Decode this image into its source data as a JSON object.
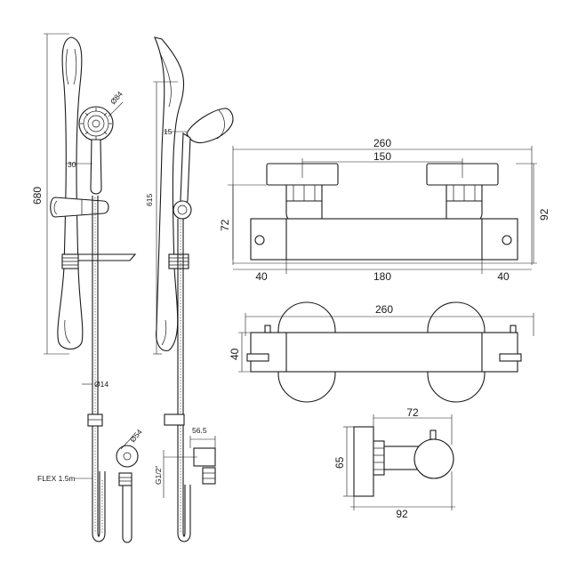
{
  "dimensions": {
    "bar_height": "680",
    "handset_diameter": "Ø84",
    "holder_offset": "30",
    "hose_diameter": "Ø14",
    "hose_length": "FLEX 1.5m",
    "outlet_diameter": "Ø54",
    "side_height": "615",
    "head_offset": "15",
    "outlet_projection": "56.5",
    "thread_size": "G1/2\"",
    "front_total_width": "260",
    "front_centres": "150",
    "front_height_72": "72",
    "front_height_92": "92",
    "front_left_40": "40",
    "front_middle_180": "180",
    "front_right_40": "40",
    "top_total_width": "260",
    "top_depth": "40",
    "end_width": "72",
    "end_height": "65",
    "end_depth": "92"
  }
}
